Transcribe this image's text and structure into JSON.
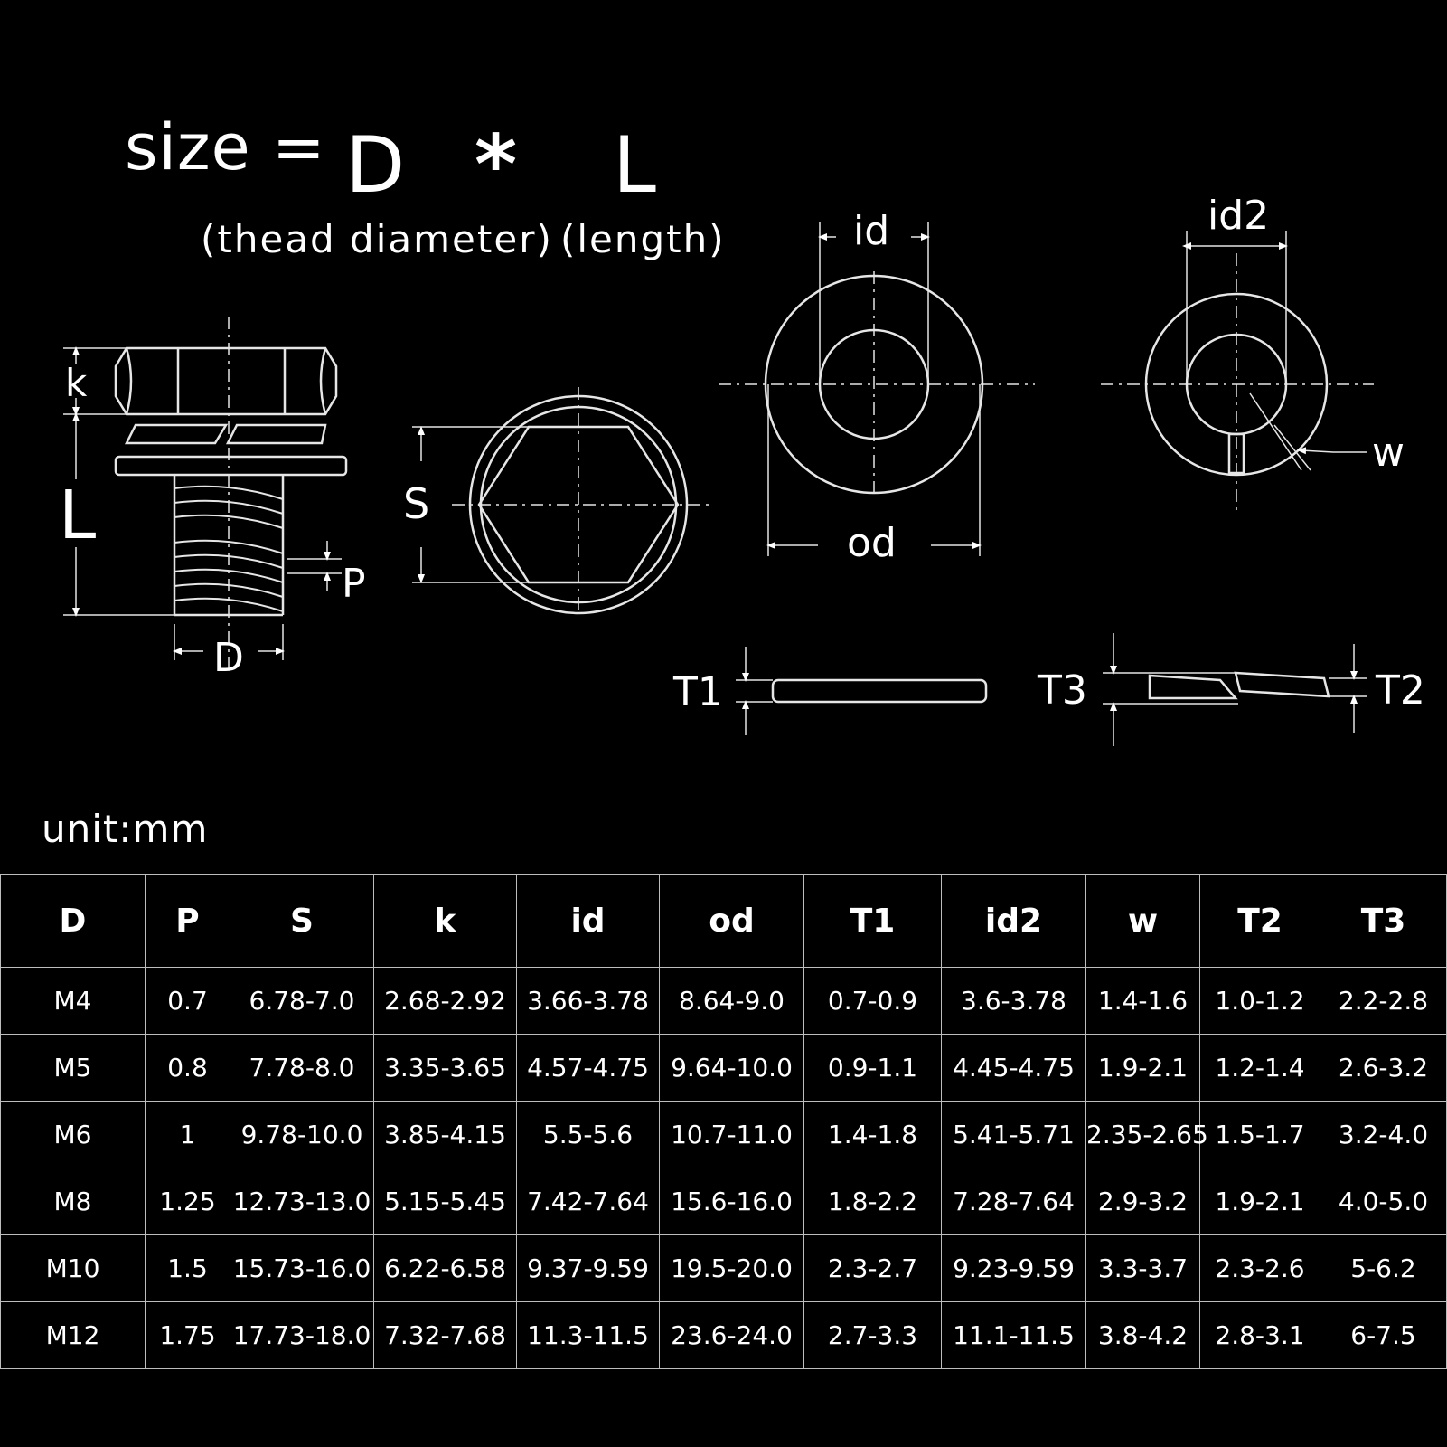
{
  "title": {
    "size_prefix": "size =",
    "d_symbol": "D",
    "multiply": "*",
    "l_symbol": "L",
    "d_desc": "(thead diameter)",
    "l_desc": "(length)"
  },
  "diagram_labels": {
    "k": "k",
    "L": "L",
    "P": "P",
    "D": "D",
    "S": "S",
    "id": "id",
    "od": "od",
    "id2": "id2",
    "w": "w",
    "T1": "T1",
    "T2": "T2",
    "T3": "T3"
  },
  "unit": "unit:mm",
  "table": {
    "headers": [
      "D",
      "P",
      "S",
      "k",
      "id",
      "od",
      "T1",
      "id2",
      "w",
      "T2",
      "T3"
    ],
    "rows": [
      [
        "M4",
        "0.7",
        "6.78-7.0",
        "2.68-2.92",
        "3.66-3.78",
        "8.64-9.0",
        "0.7-0.9",
        "3.6-3.78",
        "1.4-1.6",
        "1.0-1.2",
        "2.2-2.8"
      ],
      [
        "M5",
        "0.8",
        "7.78-8.0",
        "3.35-3.65",
        "4.57-4.75",
        "9.64-10.0",
        "0.9-1.1",
        "4.45-4.75",
        "1.9-2.1",
        "1.2-1.4",
        "2.6-3.2"
      ],
      [
        "M6",
        "1",
        "9.78-10.0",
        "3.85-4.15",
        "5.5-5.6",
        "10.7-11.0",
        "1.4-1.8",
        "5.41-5.71",
        "2.35-2.65",
        "1.5-1.7",
        "3.2-4.0"
      ],
      [
        "M8",
        "1.25",
        "12.73-13.0",
        "5.15-5.45",
        "7.42-7.64",
        "15.6-16.0",
        "1.8-2.2",
        "7.28-7.64",
        "2.9-3.2",
        "1.9-2.1",
        "4.0-5.0"
      ],
      [
        "M10",
        "1.5",
        "15.73-16.0",
        "6.22-6.58",
        "9.37-9.59",
        "19.5-20.0",
        "2.3-2.7",
        "9.23-9.59",
        "3.3-3.7",
        "2.3-2.6",
        "5-6.2"
      ],
      [
        "M12",
        "1.75",
        "17.73-18.0",
        "7.32-7.68",
        "11.3-11.5",
        "23.6-24.0",
        "2.7-3.3",
        "11.1-11.5",
        "3.8-4.2",
        "2.8-3.1",
        "6-7.5"
      ]
    ]
  }
}
